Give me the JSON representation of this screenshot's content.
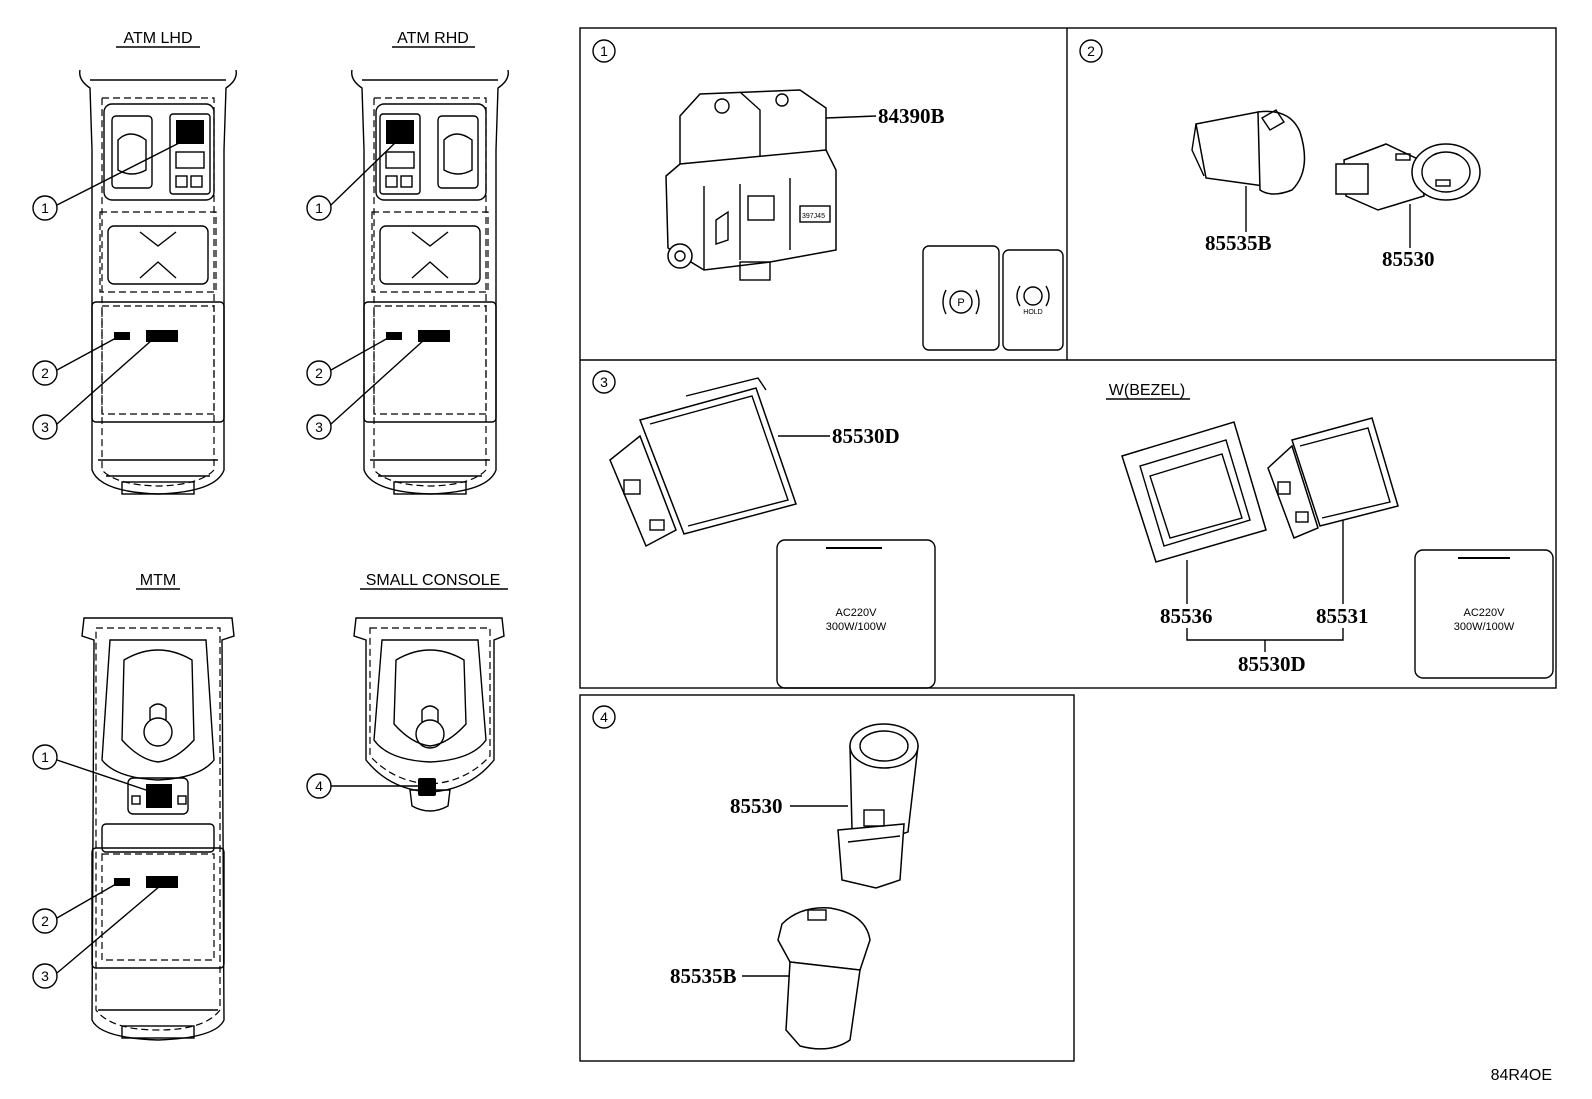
{
  "views": {
    "atm_lhd": "ATM LHD",
    "atm_rhd": "ATM RHD",
    "mtm": "MTM",
    "small_console": "SMALL CONSOLE"
  },
  "callouts": [
    "1",
    "2",
    "3",
    "4"
  ],
  "panel1": {
    "part_84390B": "84390B",
    "switch_hold_text": "HOLD"
  },
  "panel2": {
    "part_85535B": "85535B",
    "part_85530": "85530"
  },
  "panel3": {
    "part_85530D": "85530D",
    "cover_line1": "AC220V",
    "cover_line2": "300W/100W",
    "bezel_label": "W(BEZEL)",
    "part_85536": "85536",
    "part_85531": "85531",
    "part_85530D_group": "85530D",
    "cover2_line1": "AC220V",
    "cover2_line2": "300W/100W"
  },
  "panel4": {
    "part_85530": "85530",
    "part_85535B": "85535B"
  },
  "diagram_code": "84R4OE"
}
